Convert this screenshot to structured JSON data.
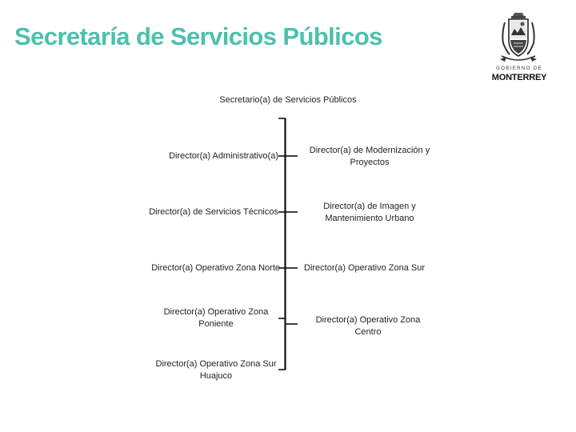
{
  "header": {
    "title": "Secretaría de Servicios Públicos",
    "title_color": "#4cc0ad"
  },
  "logo": {
    "line1": "GOBIERNO DE",
    "line2": "MONTERREY"
  },
  "org": {
    "top": "Secretario(a) de Servicios Públicos",
    "left": [
      "Director(a) Administrativo(a)",
      "Director(a) de Servicios Técnicos",
      "Director(a) Operativo Zona Norte",
      "Director(a) Operativo Zona Poniente",
      "Director(a) Operativo Zona Sur Huajuco"
    ],
    "right": [
      "Director(a) de Modernización y Proyectos",
      "Director(a) de Imagen y Mantenimiento Urbano",
      "Director(a) Operativo Zona Sur",
      "Director(a) Operativo Zona Centro"
    ]
  }
}
